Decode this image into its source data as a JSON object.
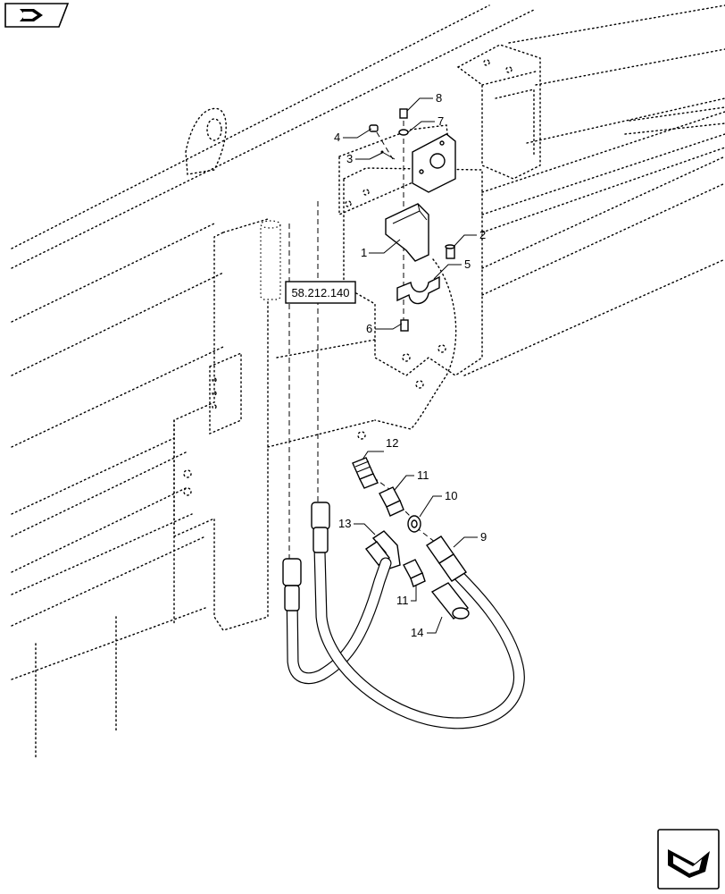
{
  "reference_box": {
    "label": "58.212.140"
  },
  "callouts": [
    {
      "id": "1",
      "label": "1"
    },
    {
      "id": "2",
      "label": "2"
    },
    {
      "id": "3",
      "label": "3"
    },
    {
      "id": "4",
      "label": "4"
    },
    {
      "id": "5",
      "label": "5"
    },
    {
      "id": "6",
      "label": "6"
    },
    {
      "id": "7",
      "label": "7"
    },
    {
      "id": "8",
      "label": "8"
    },
    {
      "id": "9",
      "label": "9"
    },
    {
      "id": "10",
      "label": "10"
    },
    {
      "id": "11a",
      "label": "11"
    },
    {
      "id": "11b",
      "label": "11"
    },
    {
      "id": "12",
      "label": "12"
    },
    {
      "id": "13",
      "label": "13"
    },
    {
      "id": "14",
      "label": "14"
    }
  ],
  "icons": {
    "top_left": "navigate-back-icon",
    "bottom_right": "navigate-forward-icon"
  }
}
